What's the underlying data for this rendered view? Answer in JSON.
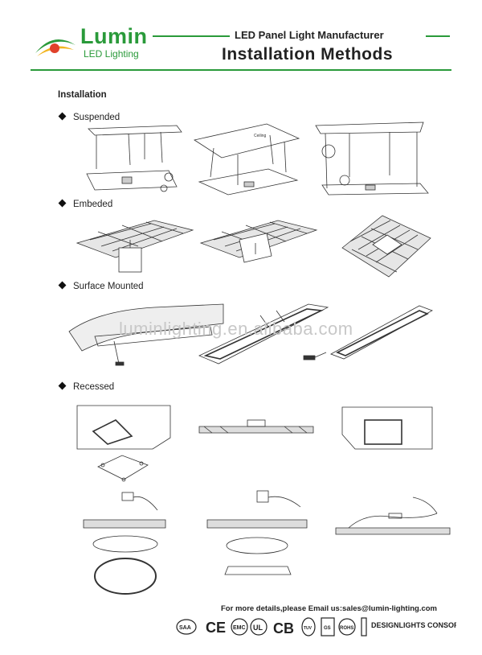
{
  "header": {
    "brand": "Lumin",
    "brand_sub": "LED Lighting",
    "tagline": "LED Panel Light Manufacturer",
    "title": "Installation Methods"
  },
  "section_title": "Installation",
  "methods": [
    {
      "label": "Suspended"
    },
    {
      "label": "Embeded"
    },
    {
      "label": "Surface Mounted"
    },
    {
      "label": "Recessed"
    }
  ],
  "diagram_texts": {
    "ceiling": "Ceiling"
  },
  "watermark": "luminlighting.en.alibaba.com",
  "footer": {
    "contact": "For more details,please Email us:sales@lumin-lighting.com",
    "certifications": [
      "SAA",
      "CE",
      "EMC",
      "UL",
      "CB",
      "TUV",
      "GS",
      "ROHS",
      "DESIGNLIGHTS CONSORTIUM"
    ]
  },
  "colors": {
    "brand_green": "#2a9a3a",
    "ink": "#222222"
  }
}
